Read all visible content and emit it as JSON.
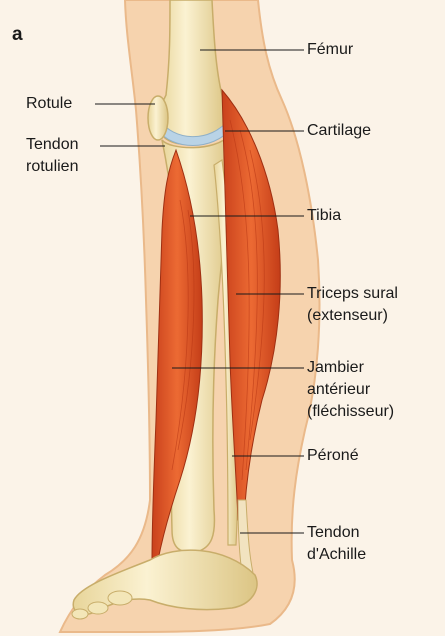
{
  "panel_letter": "a",
  "labels": {
    "femur": "Fémur",
    "rotule": "Rotule",
    "tendon_rotulien_1": "Tendon",
    "tendon_rotulien_2": "rotulien",
    "cartilage": "Cartilage",
    "tibia": "Tibia",
    "triceps_1": "Triceps sural",
    "triceps_2": "(extenseur)",
    "jambier_1": "Jambier",
    "jambier_2": "antérieur",
    "jambier_3": "(fléchisseur)",
    "perone": "Péroné",
    "achille_1": "Tendon",
    "achille_2": "d'Achille"
  },
  "colors": {
    "background": "#fbf3e8",
    "skin": "#f6d3ae",
    "bone": "#f3e6b8",
    "muscle": "#e2572a",
    "cartilage": "#b9d3e6"
  }
}
